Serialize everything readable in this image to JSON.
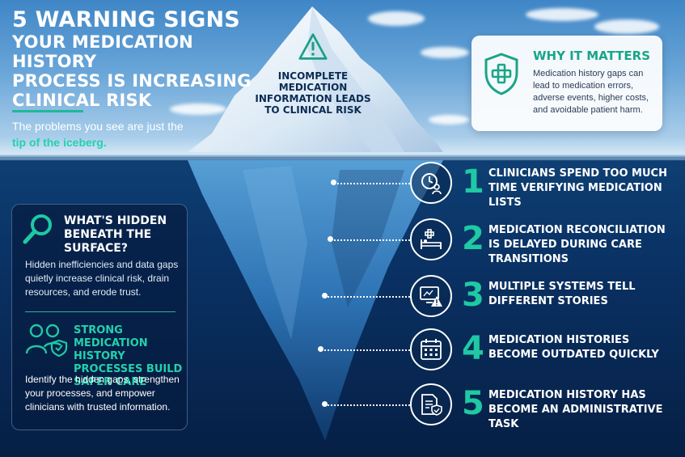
{
  "header": {
    "title_line1": "5 WARNING SIGNS",
    "title_line2": "YOUR MEDICATION HISTORY",
    "title_line3": "PROCESS IS INCREASING",
    "title_line4": "CLINICAL RISK",
    "subtitle_prefix": "The problems you see are just",
    "subtitle_highlight": "tip of the iceberg."
  },
  "tip_callout": {
    "icon": "warning-triangle-icon",
    "text": "INCOMPLETE MEDICATION INFORMATION LEADS TO CLINICAL RISK"
  },
  "why_it_matters": {
    "icon": "shield-medical-cross-icon",
    "title": "WHY IT MATTERS",
    "body": "Medication history gaps can lead to medication errors, adverse events, higher costs, and avoidable patient harm."
  },
  "hidden_panel": {
    "icon": "magnifying-glass-icon",
    "title": "WHAT'S HIDDEN BENEATH THE SURFACE?",
    "body": "Hidden inefficiencies and data gaps quietly increase clinical risk, drain resources, and erode trust.",
    "strong_icon": "clinicians-shield-icon",
    "strong_title": "STRONG MEDICATION HISTORY PROCESSES BUILD SAFER CARE",
    "strong_body": "Identify the hidden gaps, strengthen your processes, and empower clinicians with trusted information."
  },
  "signs": [
    {
      "number": "1",
      "icon": "clock-clinician-icon",
      "text": "CLINICIANS SPEND TOO MUCH TIME VERIFYING MEDICATION LISTS"
    },
    {
      "number": "2",
      "icon": "hospital-bed-icon",
      "text": "MEDICATION RECONCILIATION IS DELAYED DURING CARE TRANSITIONS"
    },
    {
      "number": "3",
      "icon": "monitor-warning-icon",
      "text": "MULTIPLE SYSTEMS TELL DIFFERENT STORIES"
    },
    {
      "number": "4",
      "icon": "calendar-icon",
      "text": "MEDICATION HISTORIES BECOME OUTDATED QUICKLY"
    },
    {
      "number": "5",
      "icon": "document-shield-icon",
      "text": "MEDICATION HISTORY HAS BECOME AN ADMINISTRATIVE TASK"
    }
  ],
  "colors": {
    "accent_teal": "#1ec9a4",
    "deep_navy": "#061f45",
    "sky_blue": "#3f86c6"
  }
}
